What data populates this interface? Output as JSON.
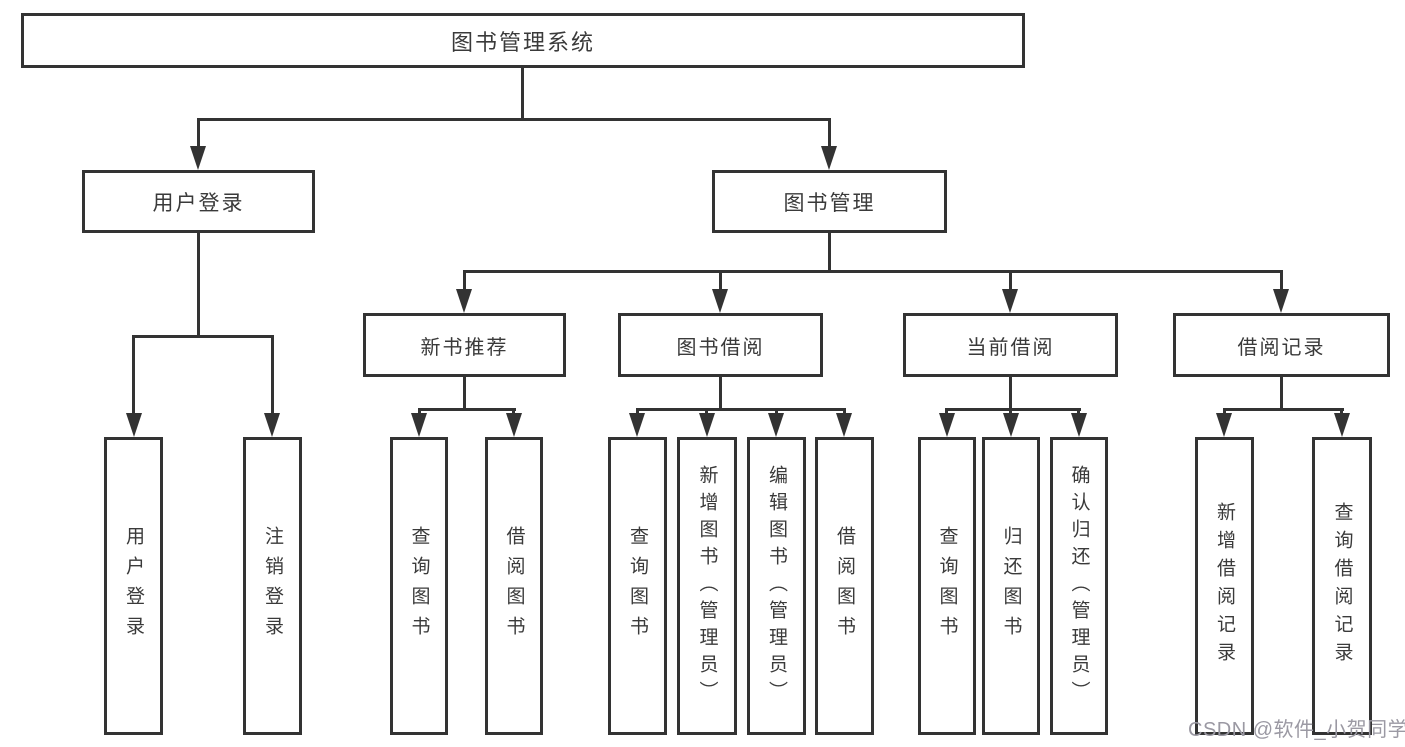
{
  "style": {
    "line_color": "#333333",
    "box_fill": "#ffffff",
    "text_color": "#3a3a3a",
    "watermark_color": "#9b99a3"
  },
  "nodes": {
    "root": {
      "label": "图书管理系统"
    },
    "user_login": {
      "label": "用户登录"
    },
    "book_management": {
      "label": "图书管理"
    },
    "new_book_recommend": {
      "label": "新书推荐"
    },
    "book_borrow": {
      "label": "图书借阅"
    },
    "current_borrow": {
      "label": "当前借阅"
    },
    "borrow_records": {
      "label": "借阅记录"
    },
    "leaf_user_login": {
      "label": "用户登录"
    },
    "leaf_logout": {
      "label": "注销登录"
    },
    "leaf_query_book_recommend": {
      "label": "查询图书"
    },
    "leaf_borrow_book_recommend": {
      "label": "借阅图书"
    },
    "leaf_query_book_borrow": {
      "label": "查询图书"
    },
    "leaf_add_book_admin": {
      "label": "新增图书（管理员）"
    },
    "leaf_edit_book_admin": {
      "label": "编辑图书（管理员）"
    },
    "leaf_borrow_book_borrow": {
      "label": "借阅图书"
    },
    "leaf_query_book_current": {
      "label": "查询图书"
    },
    "leaf_return_book": {
      "label": "归还图书"
    },
    "leaf_confirm_return_admin": {
      "label": "确认归还（管理员）"
    },
    "leaf_add_borrow_record": {
      "label": "新增借阅记录"
    },
    "leaf_query_borrow_record": {
      "label": "查询借阅记录"
    }
  },
  "watermark": {
    "text": "CSDN @软件_小贺同学"
  }
}
